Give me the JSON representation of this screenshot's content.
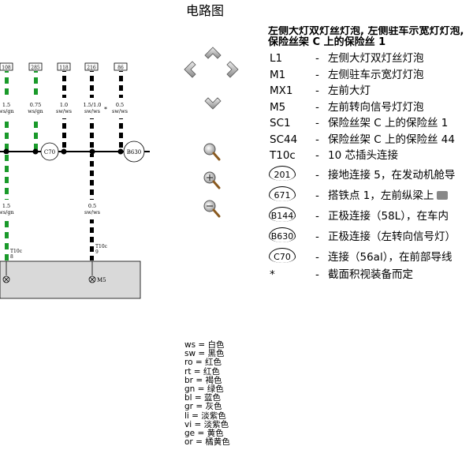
{
  "title": "电路图",
  "legend": {
    "heading": "左侧大灯双灯丝灯泡, 左侧驻车示宽灯灯泡, 保险丝架 C 上的保险丝 1",
    "items": [
      {
        "code": "L1",
        "desc": "左侧大灯双灯丝灯泡"
      },
      {
        "code": "M1",
        "desc": "左侧驻车示宽灯灯泡"
      },
      {
        "code": "MX1",
        "desc": "左前大灯"
      },
      {
        "code": "M5",
        "desc": "左前转向信号灯灯泡"
      },
      {
        "code": "SC1",
        "desc": "保险丝架 C 上的保险丝 1"
      },
      {
        "code": "SC44",
        "desc": "保险丝架 C 上的保险丝 44"
      },
      {
        "code": "T10c",
        "desc": "10 芯插头连接"
      }
    ],
    "circled": [
      {
        "code": "201",
        "desc": "接地连接 5，在发动机舱导"
      },
      {
        "code": "671",
        "desc": "搭铁点 1，左前纵梁上"
      },
      {
        "code": "B144",
        "desc": "正极连接（58L），在车内"
      },
      {
        "code": "B630",
        "desc": "正极连接（左转向信号灯）"
      },
      {
        "code": "C70",
        "desc": "连接（56al），在前部导线"
      }
    ],
    "star": {
      "code": "*",
      "desc": "截面积视装备而定"
    }
  },
  "colors": [
    "ws = 白色",
    "sw = 黑色",
    "ro = 红色",
    "rt = 红色",
    "br = 褐色",
    "gn = 绿色",
    "bl = 蓝色",
    "gr = 灰色",
    "li = 淡紫色",
    "vi = 淡紫色",
    "ge = 黄色",
    "or = 橘黄色"
  ],
  "diagram": {
    "fuse_labels": [
      "108",
      "285",
      "118",
      "216",
      "86"
    ],
    "top_wires": [
      {
        "size": "1.5",
        "color": "ws/gn"
      },
      {
        "size": "0.75",
        "color": "ws/gn"
      },
      {
        "size": "1.0",
        "color": "sw/ws"
      },
      {
        "size": "1.5/1.0",
        "color": "sw/ws"
      },
      {
        "size": "0.5",
        "color": "sw/ws"
      }
    ],
    "star": "*",
    "nodes": [
      "C70",
      "B630"
    ],
    "bottom_wires": [
      {
        "size": "1.5",
        "color": "ws/gn"
      },
      {
        "size": "0.5",
        "color": "sw/ws"
      }
    ],
    "connectors": [
      {
        "label": "T10c",
        "pin": "8"
      },
      {
        "label": "T10c",
        "pin": "9"
      }
    ],
    "lamp_label": "M5"
  },
  "accent_colors": {
    "green": "#1a9a2a",
    "black": "#000000",
    "gray_box": "#d9d9d9"
  }
}
